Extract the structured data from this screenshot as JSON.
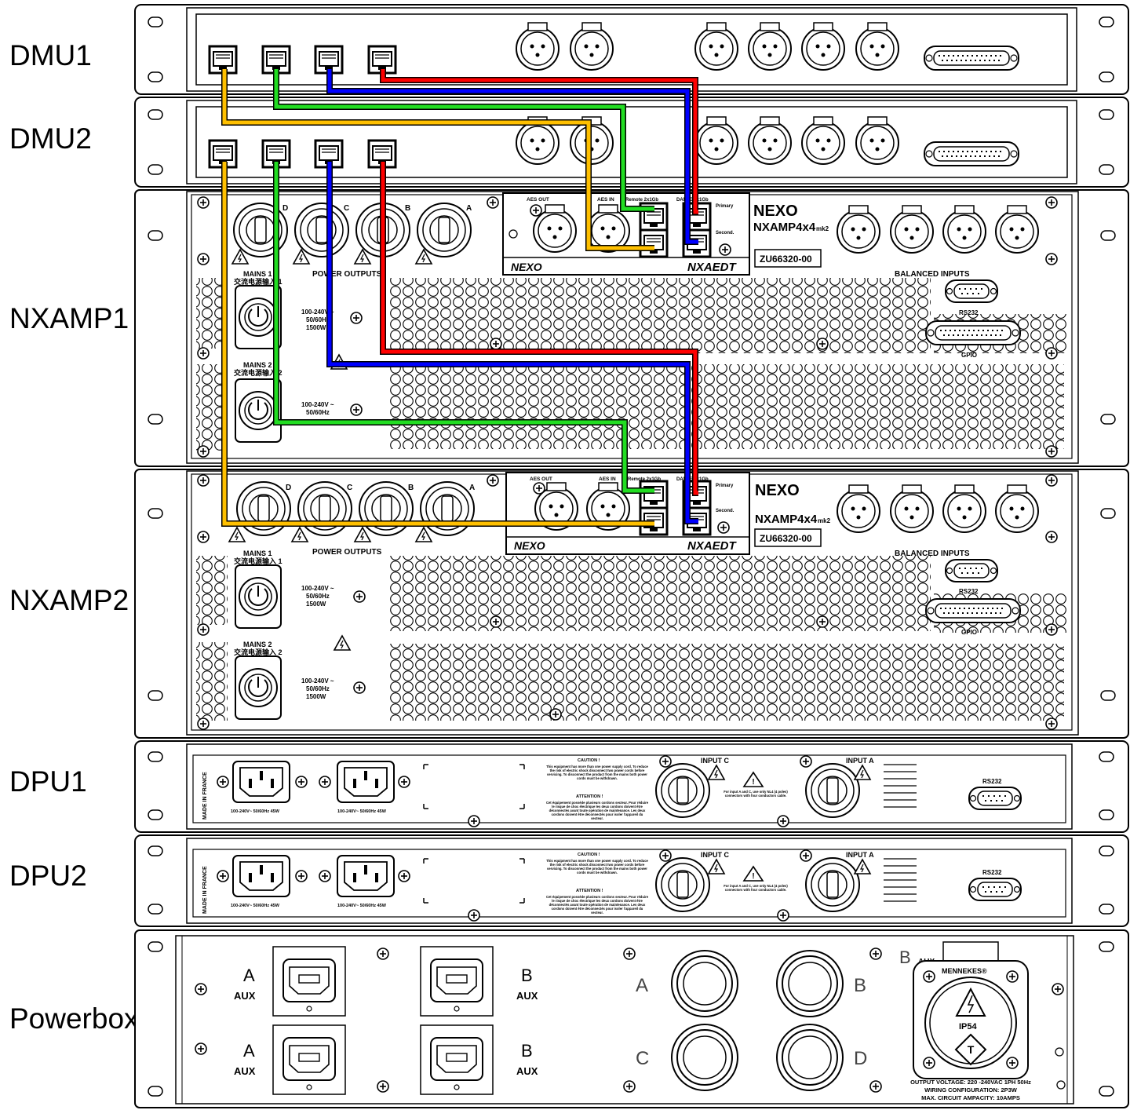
{
  "units": {
    "dmu1": "DMU1",
    "dmu2": "DMU2",
    "nxamp1": "NXAMP1",
    "nxamp2": "NXAMP2",
    "dpu1": "DPU1",
    "dpu2": "DPU2",
    "powerbox": "Powerbox"
  },
  "nxamp": {
    "brand": "NEXO",
    "model": "NXAMP4x4",
    "model_suffix": "mk2",
    "serial": "ZU66320-00",
    "card_name": "NXAEDT",
    "card_brand": "NEXO",
    "aes_out": "AES OUT",
    "aes_in": "AES IN",
    "remote": "Remote 2x1Gb",
    "dante": "DANTE 2x1Gb",
    "primary": "Primary",
    "second": "Second.",
    "power_outputs": "POWER OUTPUTS",
    "balanced_inputs": "BALANCED INPUTS",
    "rs232": "RS232",
    "gpio": "GPIO",
    "mains1": "MAINS 1",
    "mains1_cn": "交流电源输入 1",
    "mains2": "MAINS 2",
    "mains2_cn": "交流电源输入 2",
    "voltage_line1": "100-240V ~",
    "voltage_line2": "50/60Hz",
    "voltage_line3": "1500W",
    "channels": [
      "D",
      "C",
      "B",
      "A"
    ]
  },
  "dpu": {
    "made_in": "MADE IN FRANCE",
    "iec_rating": "100-240V~ 50/60Hz 45W",
    "caution_title": "CAUTION !",
    "caution_text": "This equipment has more than one power supply cord. To reduce the risk of electric shock disconnect two power cords before servicing. To disconnect the product from the mains both power cords must be withdrawn.",
    "attention_title": "ATTENTION !",
    "attention_text": "Cet équipement possède plusieurs cordons secteur. Pour réduire le risque de choc électrique les deux cordons doivent être déconnectés avant toute opération de maintenance. Les deux cordons doivent être déconnectés pour isoler l'appareil du secteur.",
    "input_c": "INPUT C",
    "input_a": "INPUT A",
    "input_note": "For input A and C, use only NL4 (4 poles) connectors with four conductors cable.",
    "rs232": "RS232"
  },
  "powerbox": {
    "a": "A",
    "b": "B",
    "c": "C",
    "d": "D",
    "aux": "AUX",
    "mennekes": "MENNEKES®",
    "ip54": "IP54",
    "output_line1": "OUTPUT VOLTAGE: 220 -240VAC 1PH 50Hz",
    "output_line2": "WIRING CONFIGURATION: 2P3W",
    "output_line3": "MAX. CIRCUIT AMPACITY: 10AMPS"
  },
  "cables": [
    {
      "name": "yellow",
      "color": "#FFC000"
    },
    {
      "name": "green",
      "color": "#22DD22"
    },
    {
      "name": "blue",
      "color": "#0000FF"
    },
    {
      "name": "red",
      "color": "#FF0000"
    }
  ]
}
